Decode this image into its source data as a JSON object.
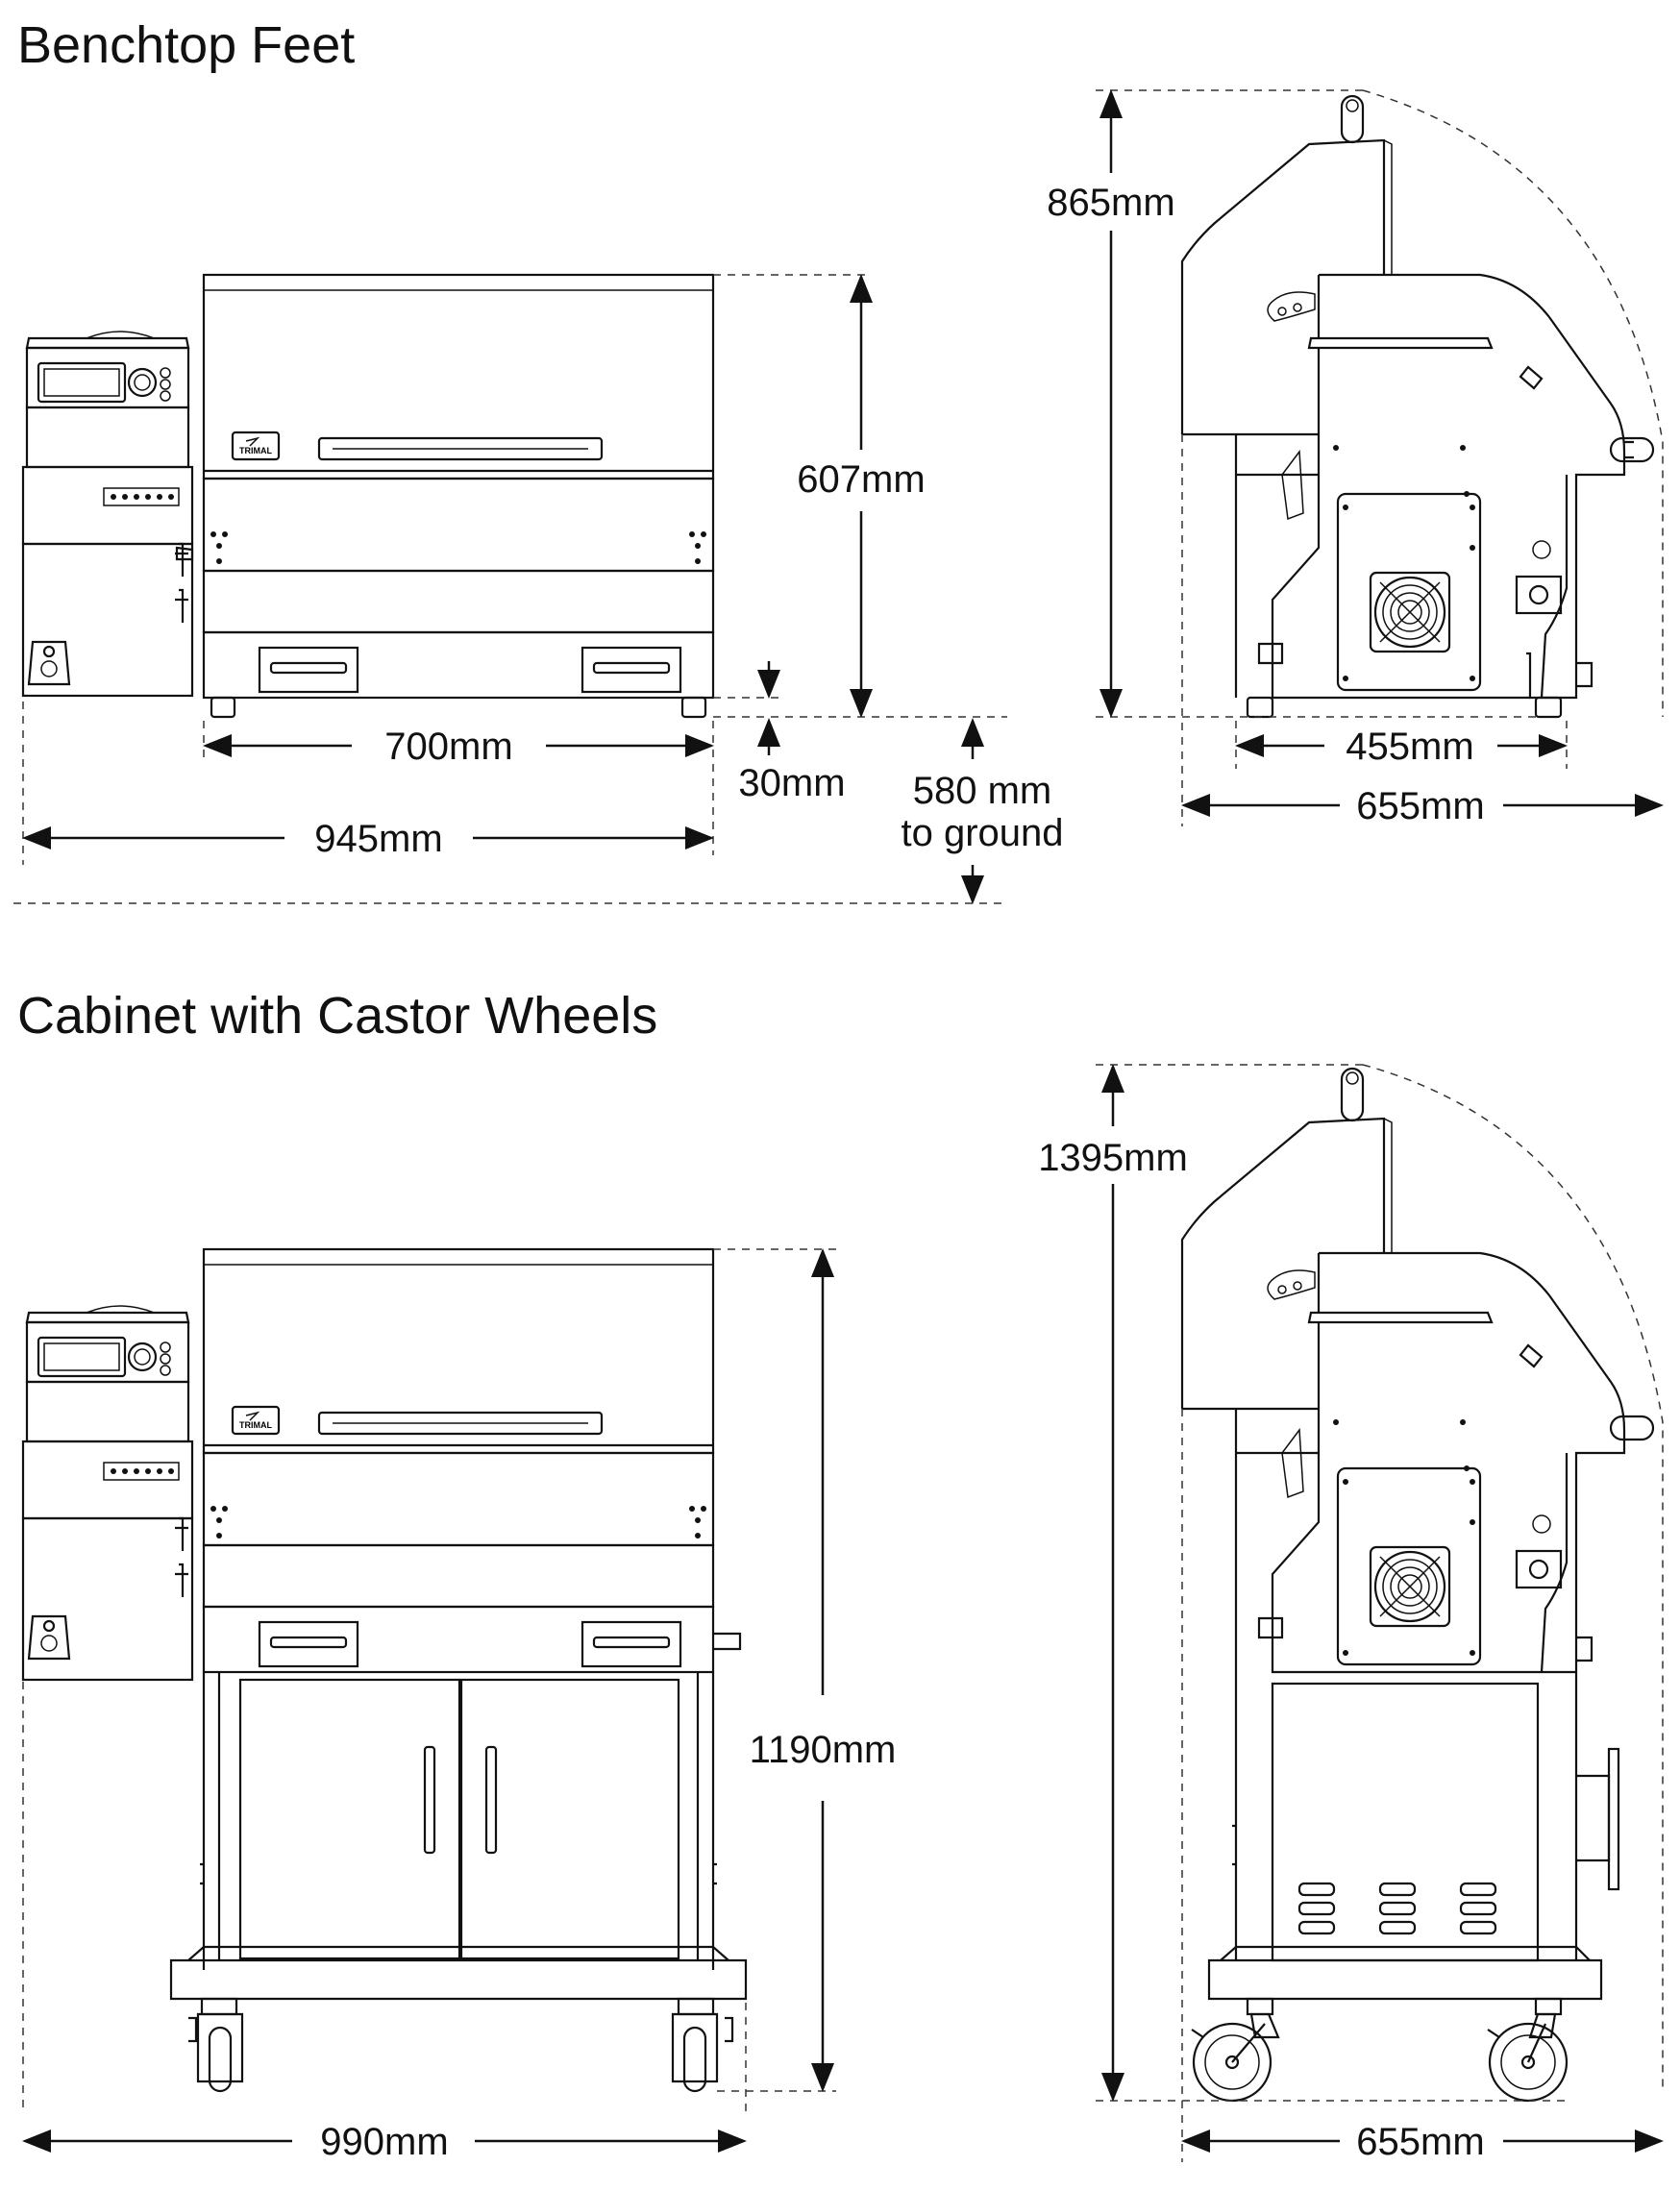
{
  "sections": {
    "benchtop": {
      "title": "Benchtop Feet"
    },
    "cabinet": {
      "title": "Cabinet with Castor Wheels"
    }
  },
  "dimensions": {
    "bt_front_height": "607mm",
    "bt_width_body": "700mm",
    "bt_feet": "30mm",
    "bt_ground_1": "580 mm",
    "bt_ground_2": "to ground",
    "bt_width_total": "945mm",
    "bt_side_height": "865mm",
    "bt_side_depth_body": "455mm",
    "bt_side_depth_total": "655mm",
    "cab_front_height": "1190mm",
    "cab_width_total": "990mm",
    "cab_side_height": "1395mm",
    "cab_side_depth_total": "655mm"
  },
  "labels": {
    "brand_logo": "TRIMAL"
  }
}
